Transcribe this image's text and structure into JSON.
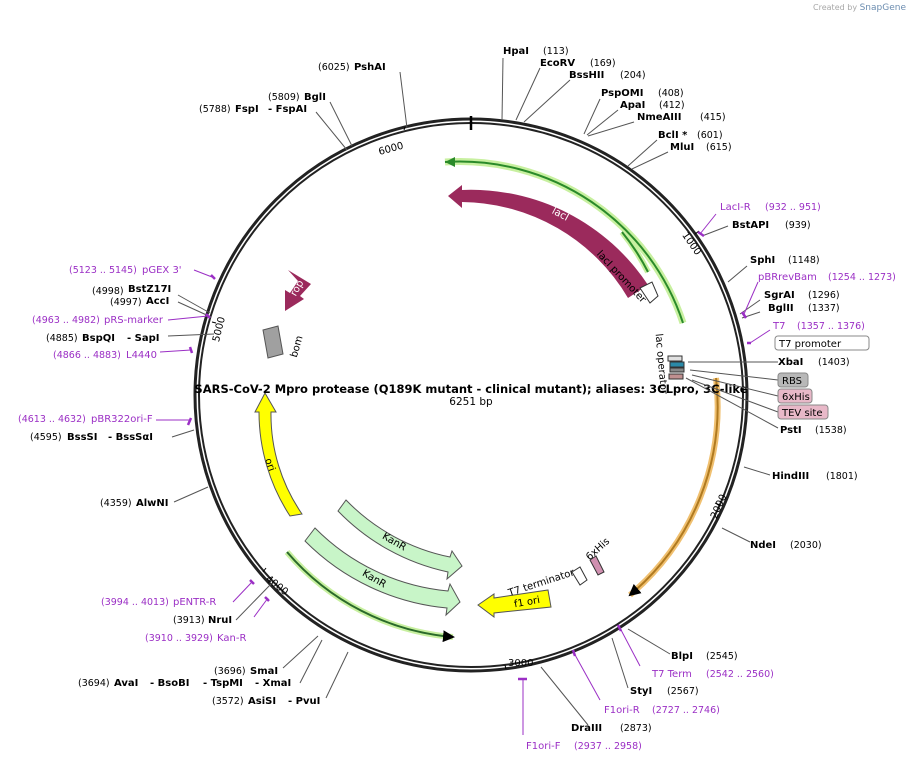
{
  "credit": {
    "prefix": "Created by",
    "brand": "SnapGene"
  },
  "map": {
    "title": "SARS-CoV-2 Mpro protease (Q189K mutant - clinical mutant); aliases: 3CLpro, 3C-like",
    "length": "6251 bp",
    "ticks": [
      "1000",
      "2000",
      "3000",
      "4000",
      "5000",
      "6000"
    ]
  },
  "features": {
    "lacI": "lacI",
    "lacI_promoter": "lacI promoter",
    "lac_operator": "lac operator",
    "rop": "rop",
    "bom": "bom",
    "ori": "ori",
    "kanr1": "KanR",
    "kanr2": "KanR",
    "f1ori": "f1 ori",
    "t7_terminator": "T7 terminator",
    "his_6x": "6xHis"
  },
  "boxed": {
    "t7_promoter": "T7 promoter",
    "rbs": "RBS",
    "his6": "6xHis",
    "tev": "TEV site"
  },
  "labels": {
    "hpai": "HpaI",
    "hpai_pos": "(113)",
    "ecorv": "EcoRV",
    "ecorv_pos": "(169)",
    "bsshii": "BssHII",
    "bsshii_pos": "(204)",
    "pspomi": "PspOMI",
    "pspomi_pos": "(408)",
    "apai": "ApaI",
    "apai_pos": "(412)",
    "nmeaiii": "NmeAIII",
    "nmeaiii_pos": "(415)",
    "bcli": "BclI *",
    "bcli_pos": "(601)",
    "mlui": "MluI",
    "mlui_pos": "(615)",
    "laci_r": "LacI-R",
    "laci_r_pos": "(932 .. 951)",
    "bstapi": "BstAPI",
    "bstapi_pos": "(939)",
    "sphi": "SphI",
    "sphi_pos": "(1148)",
    "pbrrevbam": "pBRrevBam",
    "pbrrevbam_pos": "(1254 .. 1273)",
    "sgrai": "SgrAI",
    "sgrai_pos": "(1296)",
    "bglii": "BglII",
    "bglii_pos": "(1337)",
    "t7": "T7",
    "t7_pos": "(1357 .. 1376)",
    "xbai": "XbaI",
    "xbai_pos": "(1403)",
    "psti": "PstI",
    "psti_pos": "(1538)",
    "hindiii": "HindIII",
    "hindiii_pos": "(1801)",
    "ndei": "NdeI",
    "ndei_pos": "(2030)",
    "blpi": "BlpI",
    "blpi_pos": "(2545)",
    "t7term": "T7 Term",
    "t7term_pos": "(2542 .. 2560)",
    "styi": "StyI",
    "styi_pos": "(2567)",
    "f1ori_r": "F1ori-R",
    "f1ori_r_pos": "(2727 .. 2746)",
    "draiii": "DraIII",
    "draiii_pos": "(2873)",
    "f1ori_f": "F1ori-F",
    "f1ori_f_pos": "(2937 .. 2958)",
    "pshai": "PshAI",
    "pshai_pos": "(6025)",
    "bgli": "BglI",
    "bgli_pos": "(5809)",
    "fspi": "FspI",
    "fspi_dash": "- FspAI",
    "fspi_pos": "(5788)",
    "pgex3": "pGEX 3'",
    "pgex3_pos": "(5123 .. 5145)",
    "bstz17i": "BstZ17I",
    "bstz17i_pos": "(4998)",
    "acci": "AccI",
    "acci_pos": "(4997)",
    "prsmarker": "pRS-marker",
    "prsmarker_pos": "(4963 .. 4982)",
    "bspqi": "BspQI",
    "bspqi_dash": "- SapI",
    "bspqi_pos": "(4885)",
    "l4440": "L4440",
    "l4440_pos": "(4866 .. 4883)",
    "pbr322": "pBR322ori-F",
    "pbr322_pos": "(4613 .. 4632)",
    "bsssi": "BssSI",
    "bsssi_dash": "- BssSαI",
    "bsssi_pos": "(4595)",
    "alwni": "AlwNI",
    "alwni_pos": "(4359)",
    "pentr": "pENTR-R",
    "pentr_pos": "(3994 .. 4013)",
    "nrui": "NruI",
    "nrui_pos": "(3913)",
    "kanr_p": "Kan-R",
    "kanr_p_pos": "(3910 .. 3929)",
    "smai": "SmaI",
    "smai_pos": "(3696)",
    "avai": "AvaI",
    "avai_d1": "- BsoBI",
    "avai_d2": "- TspMI",
    "avai_d3": "- XmaI",
    "avai_pos": "(3694)",
    "asisi": "AsiSI",
    "asisi_dash": "- PvuI",
    "asisi_pos": "(3572)"
  },
  "colors": {
    "backbone": "#222222",
    "lacI": "#9b2a5c",
    "yellow": "#ffff00",
    "kanr": "#c8f5c8",
    "primer": "#9b2fc5",
    "orange_glow": "#f0c070",
    "green_glow": "#c8f0a0"
  }
}
